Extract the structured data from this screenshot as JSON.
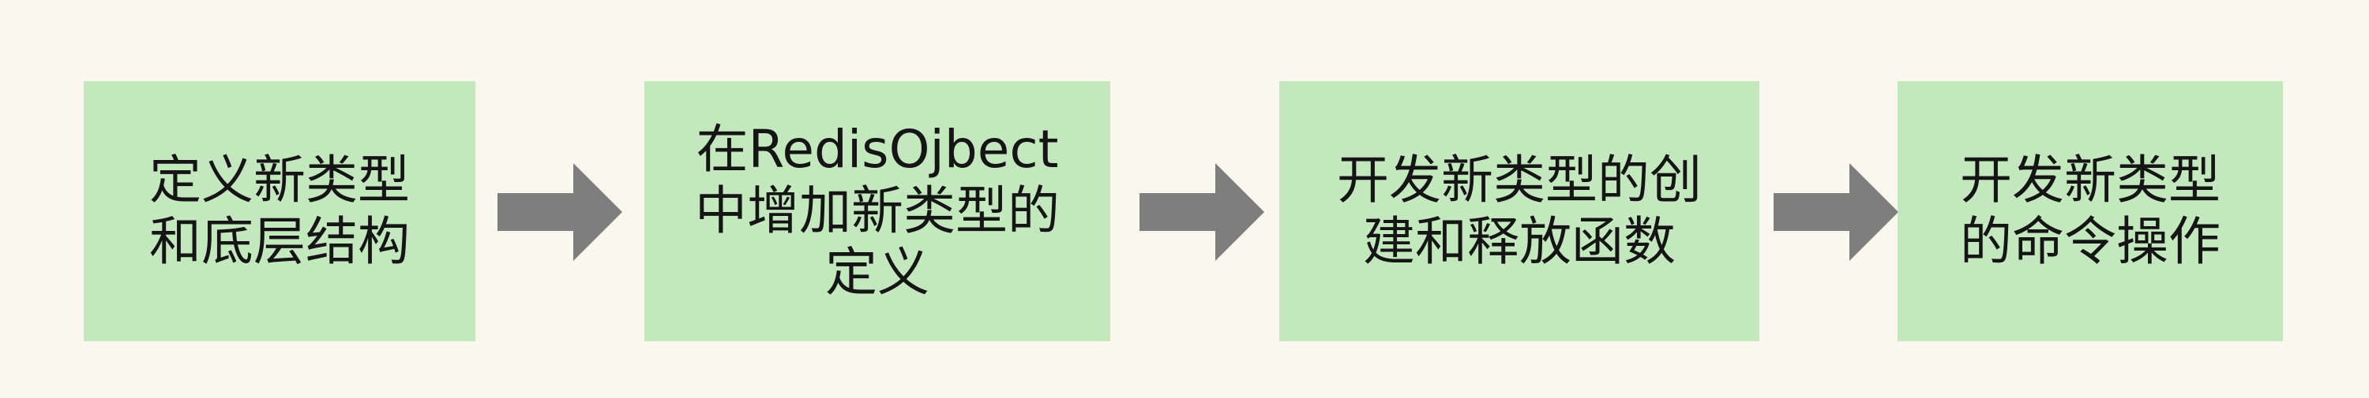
{
  "diagram": {
    "colors": {
      "background": "#f9f7ee",
      "box_fill": "#c3e8bd",
      "arrow_fill": "#7e7e7e",
      "text": "#151515"
    },
    "steps": [
      {
        "text": "定义新类型\n和底层结构"
      },
      {
        "text": "在RedisOjbect\n中增加新类型的\n定义"
      },
      {
        "text": "开发新类型的创\n建和释放函数"
      },
      {
        "text": "开发新类型\n的命令操作"
      }
    ],
    "arrows": [
      {
        "icon": "right-arrow-icon"
      },
      {
        "icon": "right-arrow-icon"
      },
      {
        "icon": "right-arrow-icon"
      }
    ]
  }
}
